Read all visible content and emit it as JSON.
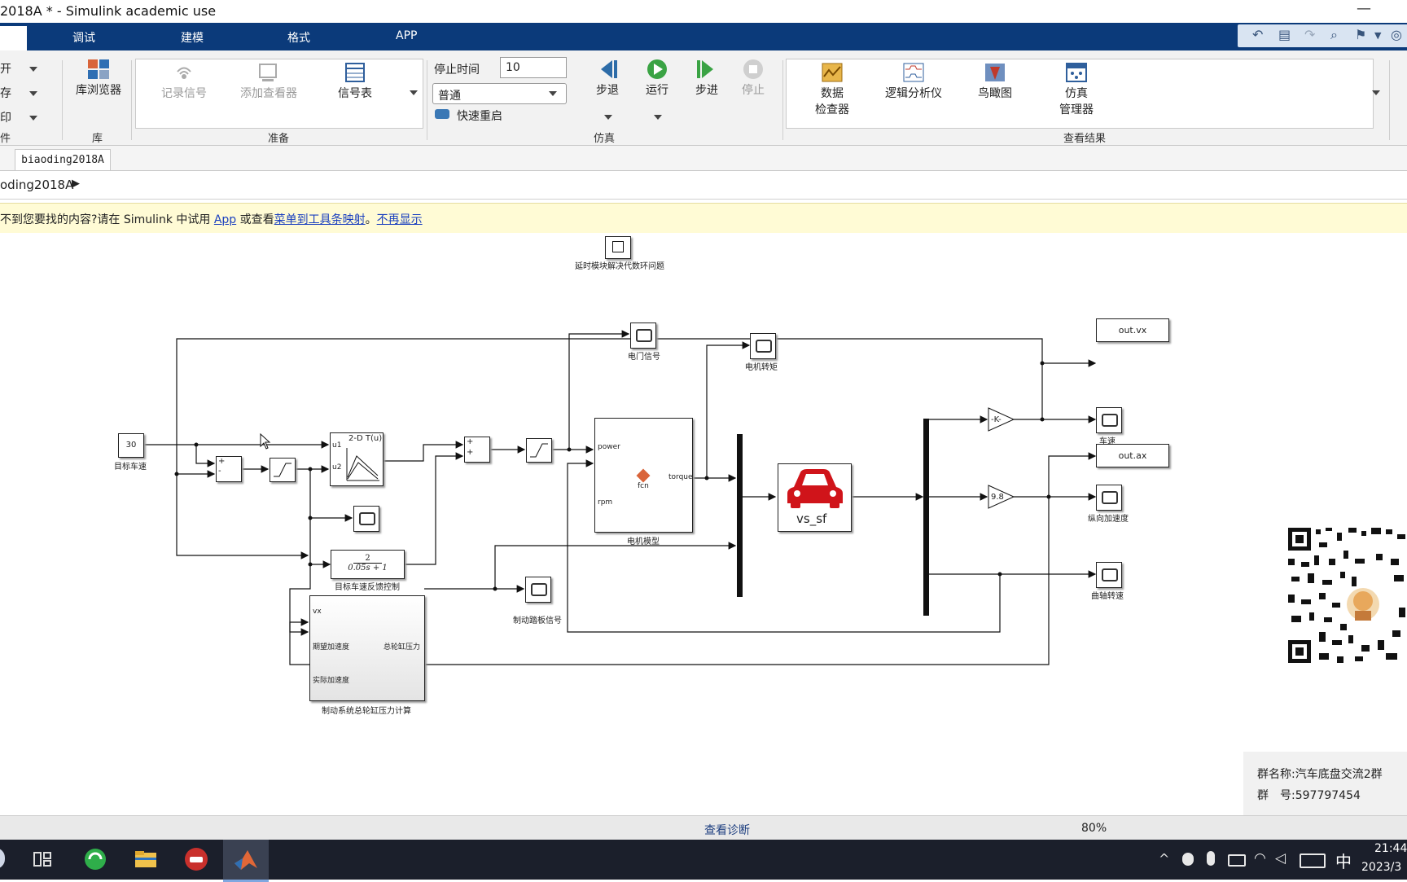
{
  "window": {
    "title": "2018A * - Simulink academic use",
    "minimize_glyph": "—"
  },
  "menu_tabs": [
    "调试",
    "建模",
    "格式",
    "APP"
  ],
  "ribbon": {
    "file_items": [
      "开",
      "存",
      "印"
    ],
    "file_group": "件",
    "library": {
      "button": "库浏览器",
      "group": "库"
    },
    "prepare": {
      "items": [
        "记录信号",
        "添加查看器",
        "信号表"
      ],
      "group": "准备"
    },
    "simulate": {
      "stop_time_label": "停止时间",
      "stop_time_value": "10",
      "mode": "普通",
      "fast_restart": "快速重启",
      "buttons": [
        "步退",
        "运行",
        "步进",
        "停止"
      ],
      "group": "仿真"
    },
    "review": {
      "buttons": [
        {
          "line1": "数据",
          "line2": "检查器"
        },
        {
          "line1": "逻辑分析仪",
          "line2": ""
        },
        {
          "line1": "鸟瞰图",
          "line2": ""
        },
        {
          "line1": "仿真",
          "line2": "管理器"
        }
      ],
      "group": "查看结果"
    }
  },
  "model_tab": "biaoding2018A",
  "breadcrumb": "oding2018A",
  "banner": {
    "text1": "不到您要找的内容?请在 Simulink 中试用 ",
    "link1": "App",
    "text2": " 或查看",
    "link2": "菜单到工具条映射",
    "text3": "。",
    "link3": "不再显示"
  },
  "diagram": {
    "delay_note": "延时模块解决代数环问题",
    "const_value": "30",
    "const_label": "目标车速",
    "lookup_title": "2-D T(u)",
    "lookup_in1": "u1",
    "lookup_in2": "u2",
    "tf_num": "2",
    "tf_den": "0.05s + 1",
    "tf_label": "目标车速反馈控制",
    "brake_in_vx": "vx",
    "brake_in_acc_des": "期望加速度",
    "brake_in_acc_act": "实际加速度",
    "brake_out": "总轮缸压力",
    "brake_label": "制动系统总轮缸压力计算",
    "brake_scope_label": "制动踏板信号",
    "motor_in_power": "power",
    "motor_in_rpm": "rpm",
    "motor_out": "torque",
    "motor_fcn": "fcn",
    "motor_label": "电机模型",
    "throttle_scope_label": "电门信号",
    "torque_scope_label": "电机转矩",
    "vehicle_label": "vs_sf",
    "gain_k": "-K-",
    "gain_98": "9.8",
    "out_vx": "out.vx",
    "out_ax": "out.ax",
    "speed_scope_label": "车速",
    "accel_scope_label": "纵向加速度",
    "crank_scope_label": "曲轴转速",
    "sum_plus": "+",
    "sum_minus": "-"
  },
  "qq_group": {
    "name": "群名称:汽车底盘交流2群",
    "number": "群　号:597797454"
  },
  "status": {
    "diagnostics": "查看诊断",
    "zoom": "80%"
  },
  "taskbar": {
    "ime": "中",
    "time": "21:44",
    "date": "2023/3"
  }
}
